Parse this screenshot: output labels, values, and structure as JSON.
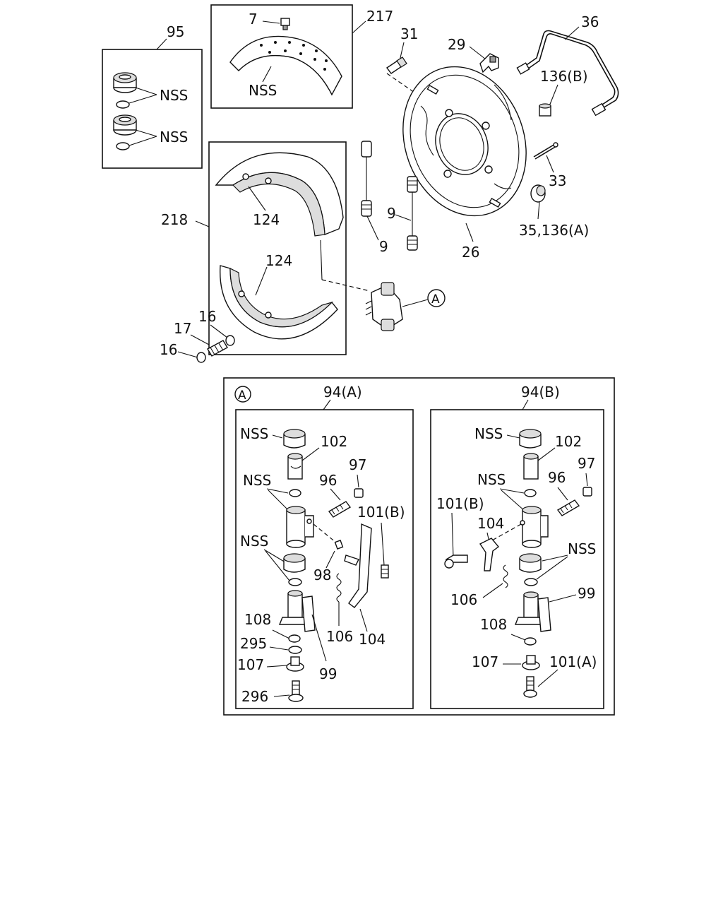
{
  "labels": {
    "l7": "7",
    "l217": "217",
    "l95": "95",
    "l31": "31",
    "l29": "29",
    "l36": "36",
    "l136b": "136(B)",
    "nss_217": "NSS",
    "nss_95a": "NSS",
    "nss_95b": "NSS",
    "l33": "33",
    "l35_136a": "35,136(A)",
    "l26": "26",
    "l218": "218",
    "l124_top": "124",
    "l124_bot": "124",
    "l9_a": "9",
    "l9_b": "9",
    "l16_a": "16",
    "l17": "17",
    "l16_b": "16",
    "callout_a": "A",
    "detail_a": "A",
    "l94a": "94(A)",
    "l94b": "94(B)",
    "a_nss1": "NSS",
    "a_102": "102",
    "a_97": "97",
    "a_nss2": "NSS",
    "a_96": "96",
    "a_101b": "101(B)",
    "a_nss3": "NSS",
    "a_98": "98",
    "a_108": "108",
    "a_295": "295",
    "a_106": "106",
    "a_104": "104",
    "a_107": "107",
    "a_99": "99",
    "a_296": "296",
    "b_nss1": "NSS",
    "b_102": "102",
    "b_97": "97",
    "b_nss2": "NSS",
    "b_96": "96",
    "b_101b": "101(B)",
    "b_104": "104",
    "b_nss3": "NSS",
    "b_106": "106",
    "b_99": "99",
    "b_108": "108",
    "b_107": "107",
    "b_101a": "101(A)"
  }
}
